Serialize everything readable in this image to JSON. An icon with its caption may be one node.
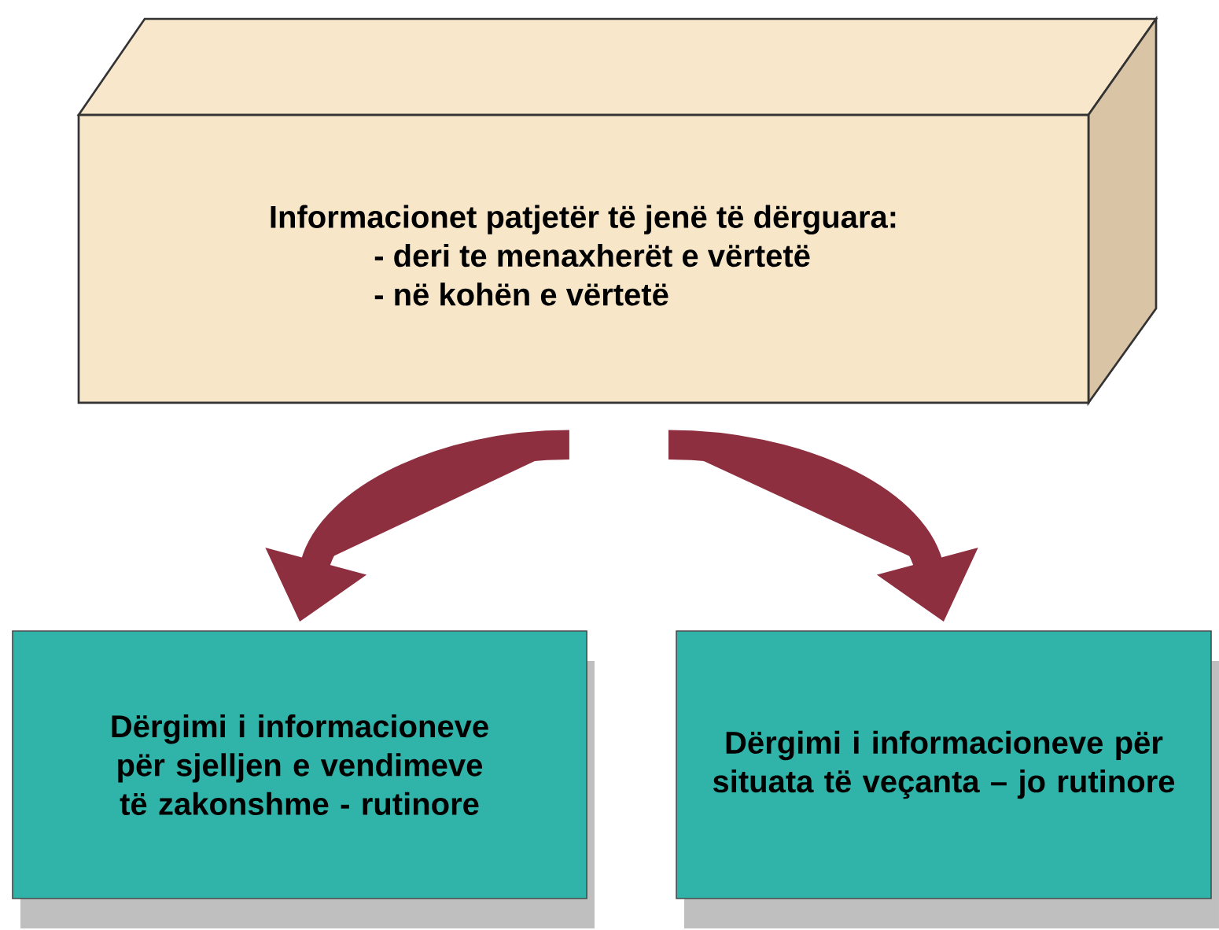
{
  "diagram": {
    "nodes": [
      {
        "text": [
          "Informacionet patjetër të jenë të dërguara:",
          "- deri te menaxherët e vërtetë",
          "- në kohën e vërtetë"
        ]
      },
      {
        "text": [
          "Dërgimi i informacioneve për sjelljen e vendimeve të zakonshme - rutinore"
        ]
      },
      {
        "text": [
          "Dërgimi i informacioneve për situata të veçanta – jo rutinore"
        ]
      }
    ],
    "edges": [
      {
        "from": 0,
        "to": 1,
        "arrow": "to"
      },
      {
        "from": 0,
        "to": 2,
        "arrow": "to"
      }
    ]
  }
}
